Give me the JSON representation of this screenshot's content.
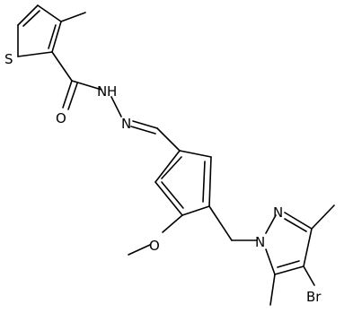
{
  "structure": {
    "atoms": {
      "S1": "S",
      "O1": "O",
      "N1": "N",
      "N2": "N",
      "O2": "O",
      "N3": "N",
      "N4": "N",
      "Br": "Br"
    },
    "hydrogens": {
      "N1": "H"
    }
  },
  "colors": {
    "ink": "#000000",
    "background": "#ffffff"
  }
}
